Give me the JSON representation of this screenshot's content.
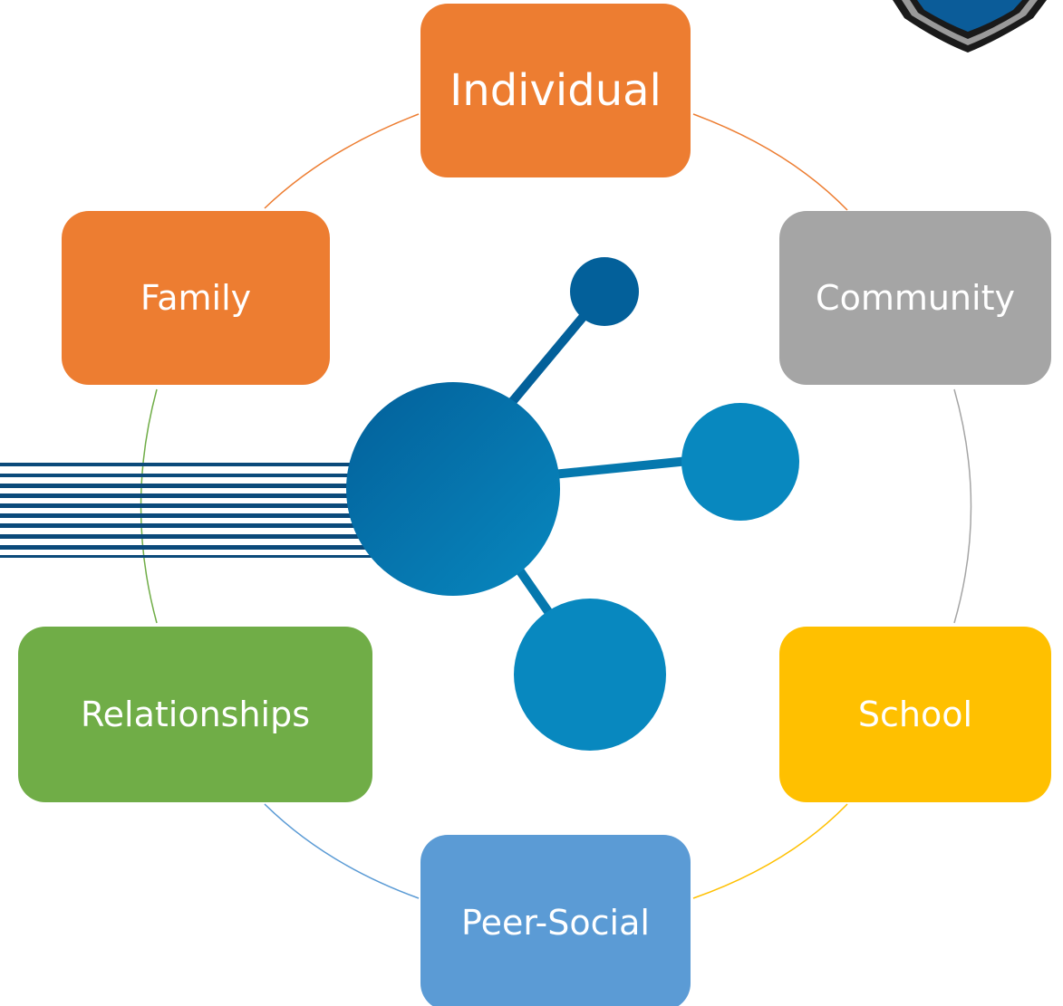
{
  "nodes": {
    "individual": {
      "label": "Individual",
      "color": "#ED7D31"
    },
    "community": {
      "label": "Community",
      "color": "#A5A5A5"
    },
    "school": {
      "label": "School",
      "color": "#FFC000"
    },
    "peer_social": {
      "label": "Peer-Social",
      "color": "#5B9BD5"
    },
    "relationships": {
      "label": "Relationships",
      "color": "#70AD47"
    },
    "family": {
      "label": "Family",
      "color": "#ED7D31"
    }
  },
  "colors": {
    "hub_dark": "#03609A",
    "hub_light": "#0888BF",
    "stripe": "#0B4A7A"
  },
  "icons": {
    "center": "molecule-network-icon",
    "logo": "shield-logo-icon"
  }
}
